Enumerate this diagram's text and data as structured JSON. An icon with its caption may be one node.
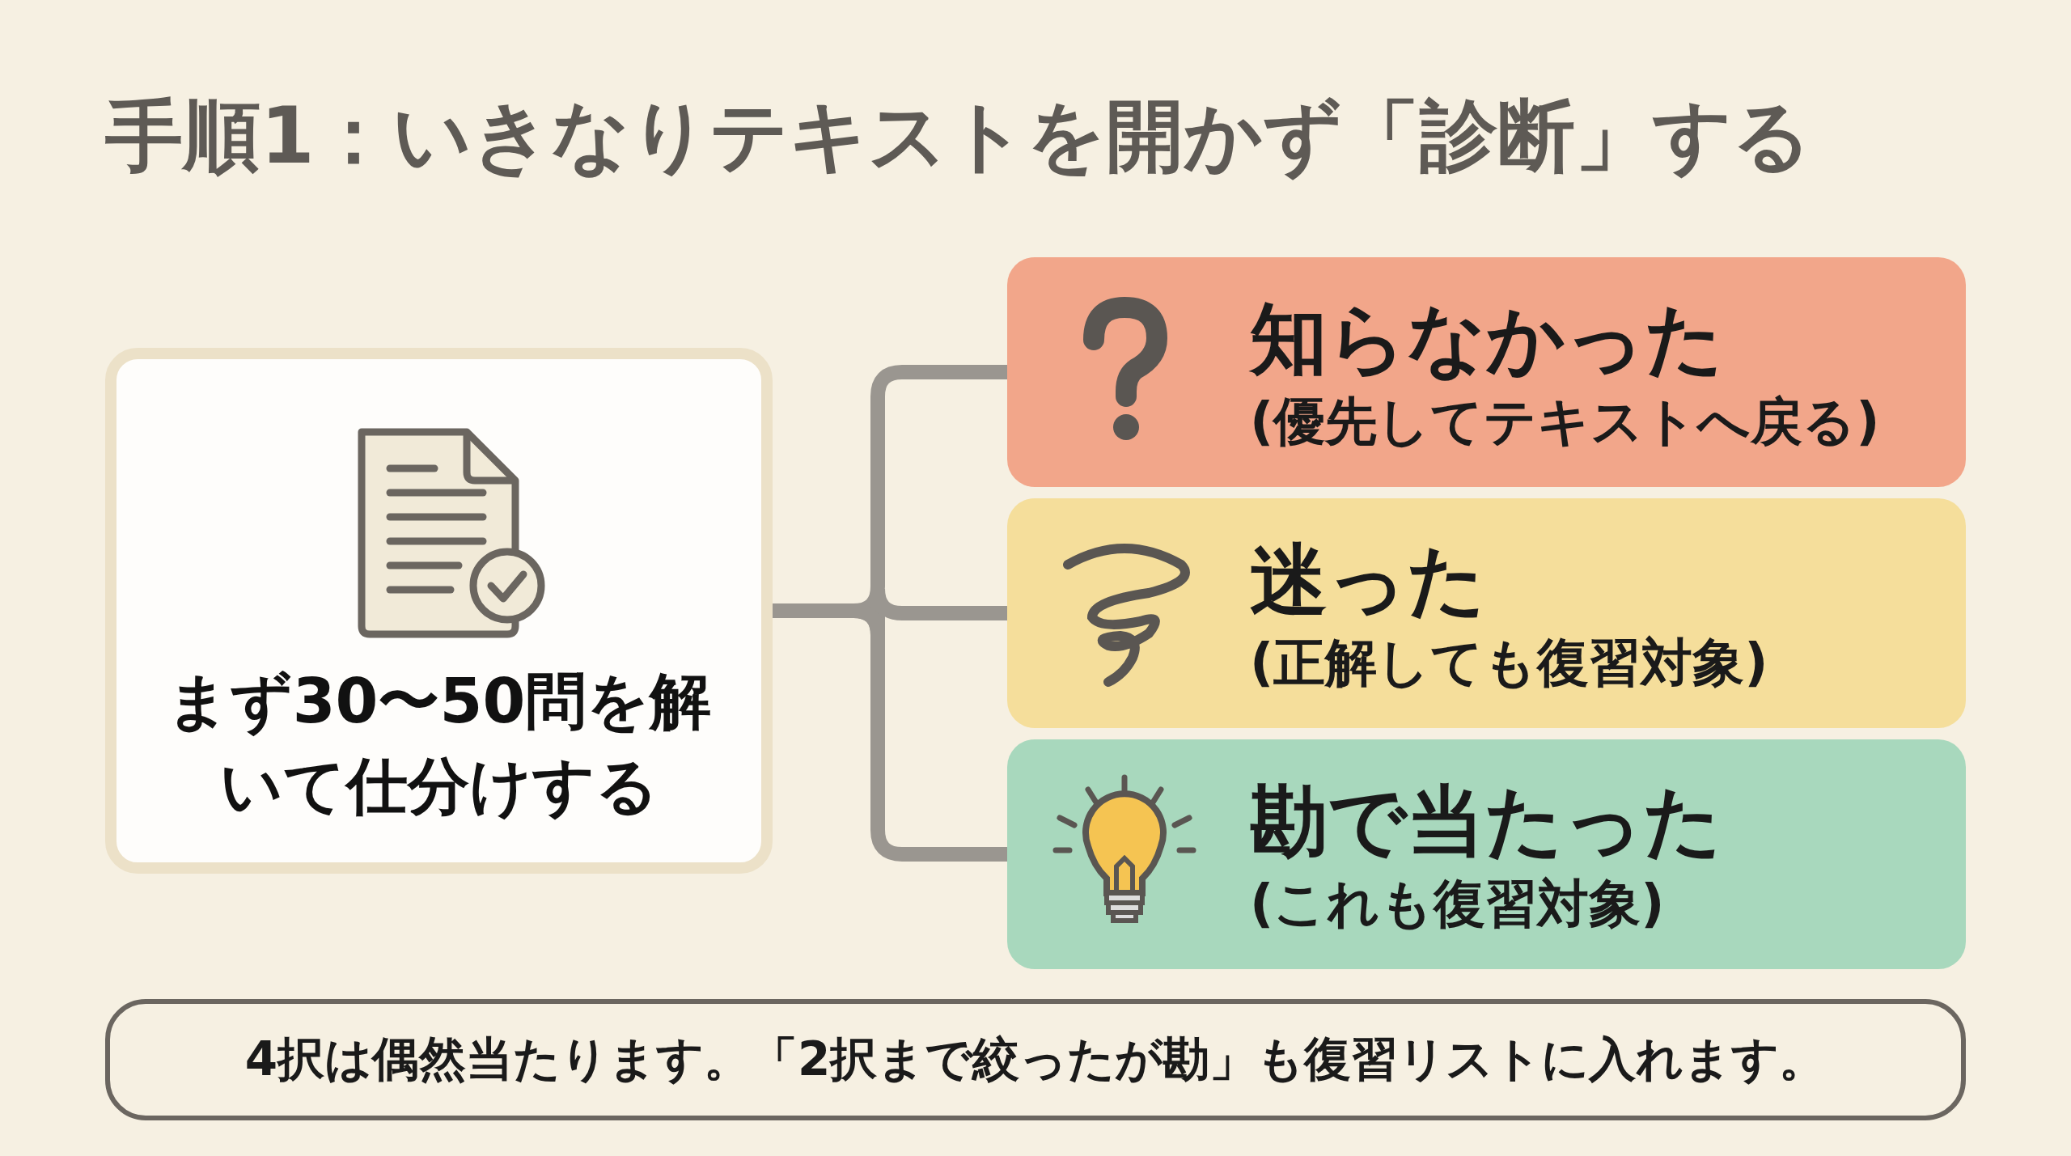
{
  "diagram": {
    "title": "手順1：いきなりテキストを開かず「診断」する",
    "nodes": [
      {
        "text": [
          "まず30〜50問を解いて仕分けする"
        ]
      },
      {
        "text": [
          "知らなかった",
          "(優先してテキストへ戻る)"
        ]
      },
      {
        "text": [
          "迷った",
          "(正解しても復習対象)"
        ]
      },
      {
        "text": [
          "勘で当たった",
          "(これも復習対象)"
        ]
      },
      {
        "text": [
          "4択は偶然当たります。「2択まで絞ったが勘」も復習リストに入れます。"
        ]
      }
    ],
    "edges": [
      {
        "from": 0,
        "to": 1,
        "arrow": "none"
      },
      {
        "from": 0,
        "to": 2,
        "arrow": "none"
      },
      {
        "from": 0,
        "to": 3,
        "arrow": "none"
      }
    ]
  }
}
